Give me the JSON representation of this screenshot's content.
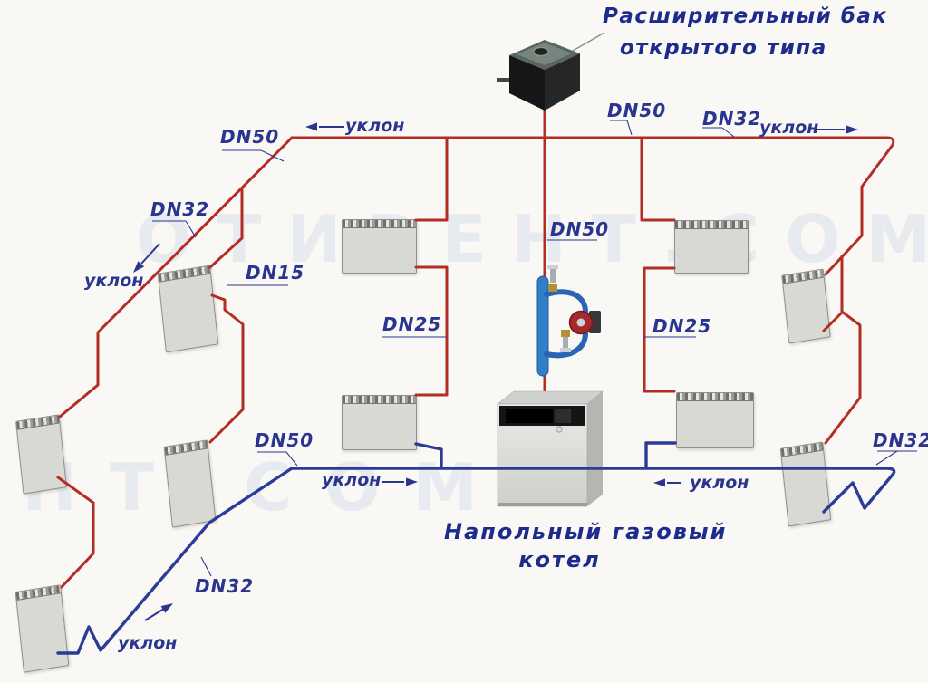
{
  "labels": {
    "expansion_tank": {
      "line1": "Расширительный бак",
      "line2": "открытого типа"
    },
    "boiler": {
      "line1": "Напольный газовый",
      "line2": "котел"
    },
    "dn": {
      "left_main": "DN50",
      "left_riser_diag": "DN32",
      "left_radiator_branch": "DN15",
      "main_riser": "DN50",
      "right_main_near_riser": "DN50",
      "right_main": "DN32",
      "mid_left_column": "DN25",
      "mid_right_column": "DN25",
      "return_main_left": "DN50",
      "return_left_diag": "DN32",
      "return_right_loop": "DN32"
    },
    "slope": {
      "top_left": "уклон",
      "top_right": "уклон",
      "left_diag": "уклон",
      "bottom_left_diag": "уклон",
      "return_left": "уклон",
      "return_right": "уклон"
    }
  },
  "watermark": {
    "text": "ОТИВЕНТ.СОМ"
  },
  "colors": {
    "supply_pipe": "#b42d24",
    "return_pipe": "#2b3b97",
    "label_text": "#2a3590",
    "background": "#f9f8f5",
    "pump_body": "#a52a2e",
    "bypass_pipe": "#2a64b4"
  }
}
